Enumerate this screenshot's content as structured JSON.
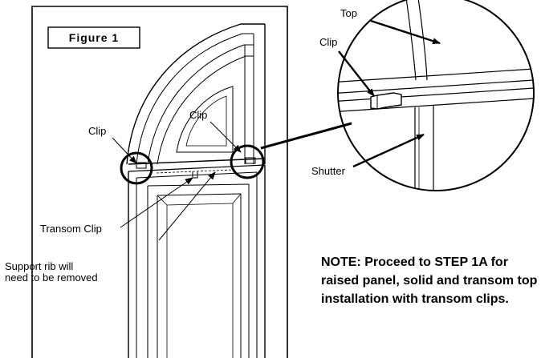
{
  "figure": {
    "title": "Figure 1"
  },
  "labels": {
    "clip_left": "Clip",
    "clip_center": "Clip",
    "transom_clip": "Transom Clip",
    "support_rib_line1": "Support rib will",
    "support_rib_line2": "need to be removed",
    "detail_top": "Top",
    "detail_clip": "Clip",
    "detail_shutter": "Shutter"
  },
  "note": {
    "text": "NOTE: Proceed to STEP 1A for raised panel, solid and transom top installation with transom clips."
  }
}
